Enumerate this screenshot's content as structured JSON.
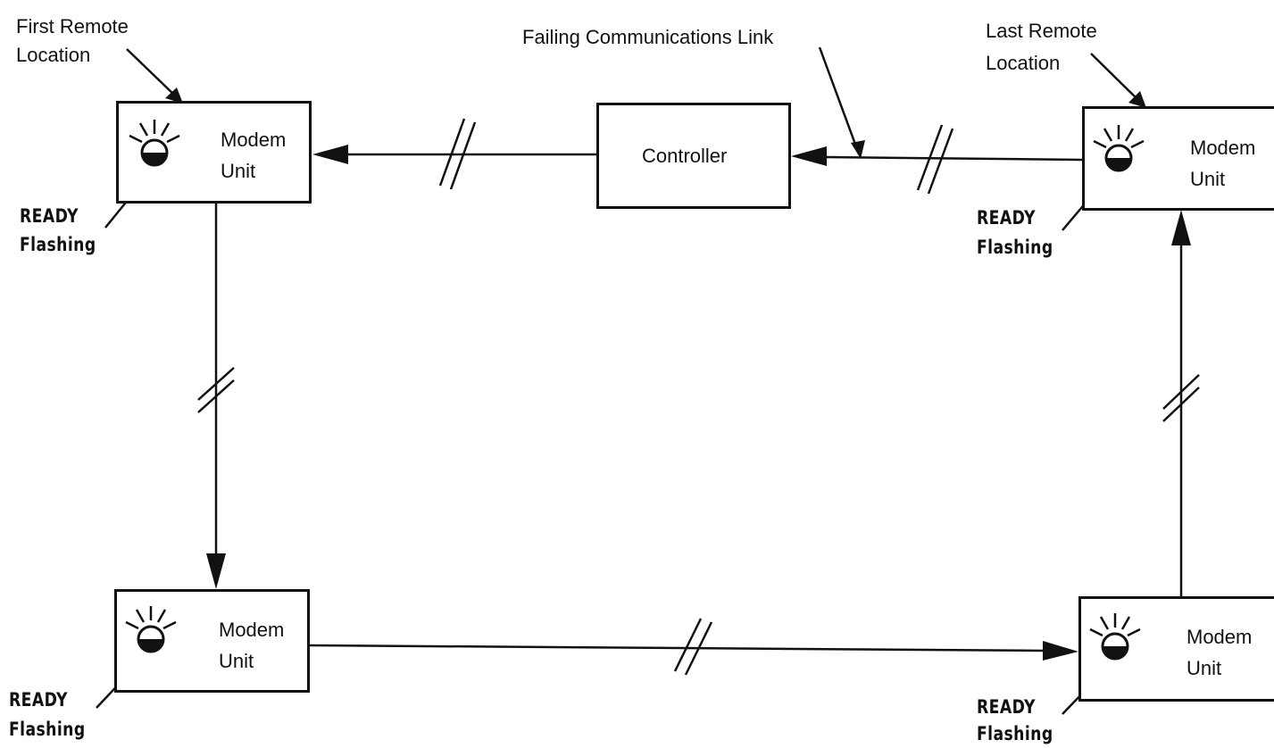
{
  "annotations": {
    "first_remote": [
      "First Remote",
      "Location"
    ],
    "last_remote": [
      "Last Remote",
      "Location"
    ],
    "failing_link": "Failing Communications Link"
  },
  "controller": {
    "label": "Controller"
  },
  "modems": [
    {
      "id": "top-left",
      "line1": "Modem",
      "line2": "Unit",
      "status": [
        "READY",
        "Flashing"
      ]
    },
    {
      "id": "top-right",
      "line1": "Modem",
      "line2": "Unit",
      "status": [
        "READY",
        "Flashing"
      ]
    },
    {
      "id": "bottom-left",
      "line1": "Modem",
      "line2": "Unit",
      "status": [
        "READY",
        "Flashing"
      ]
    },
    {
      "id": "bottom-right",
      "line1": "Modem",
      "line2": "Unit",
      "status": [
        "READY",
        "Flashing"
      ]
    }
  ]
}
